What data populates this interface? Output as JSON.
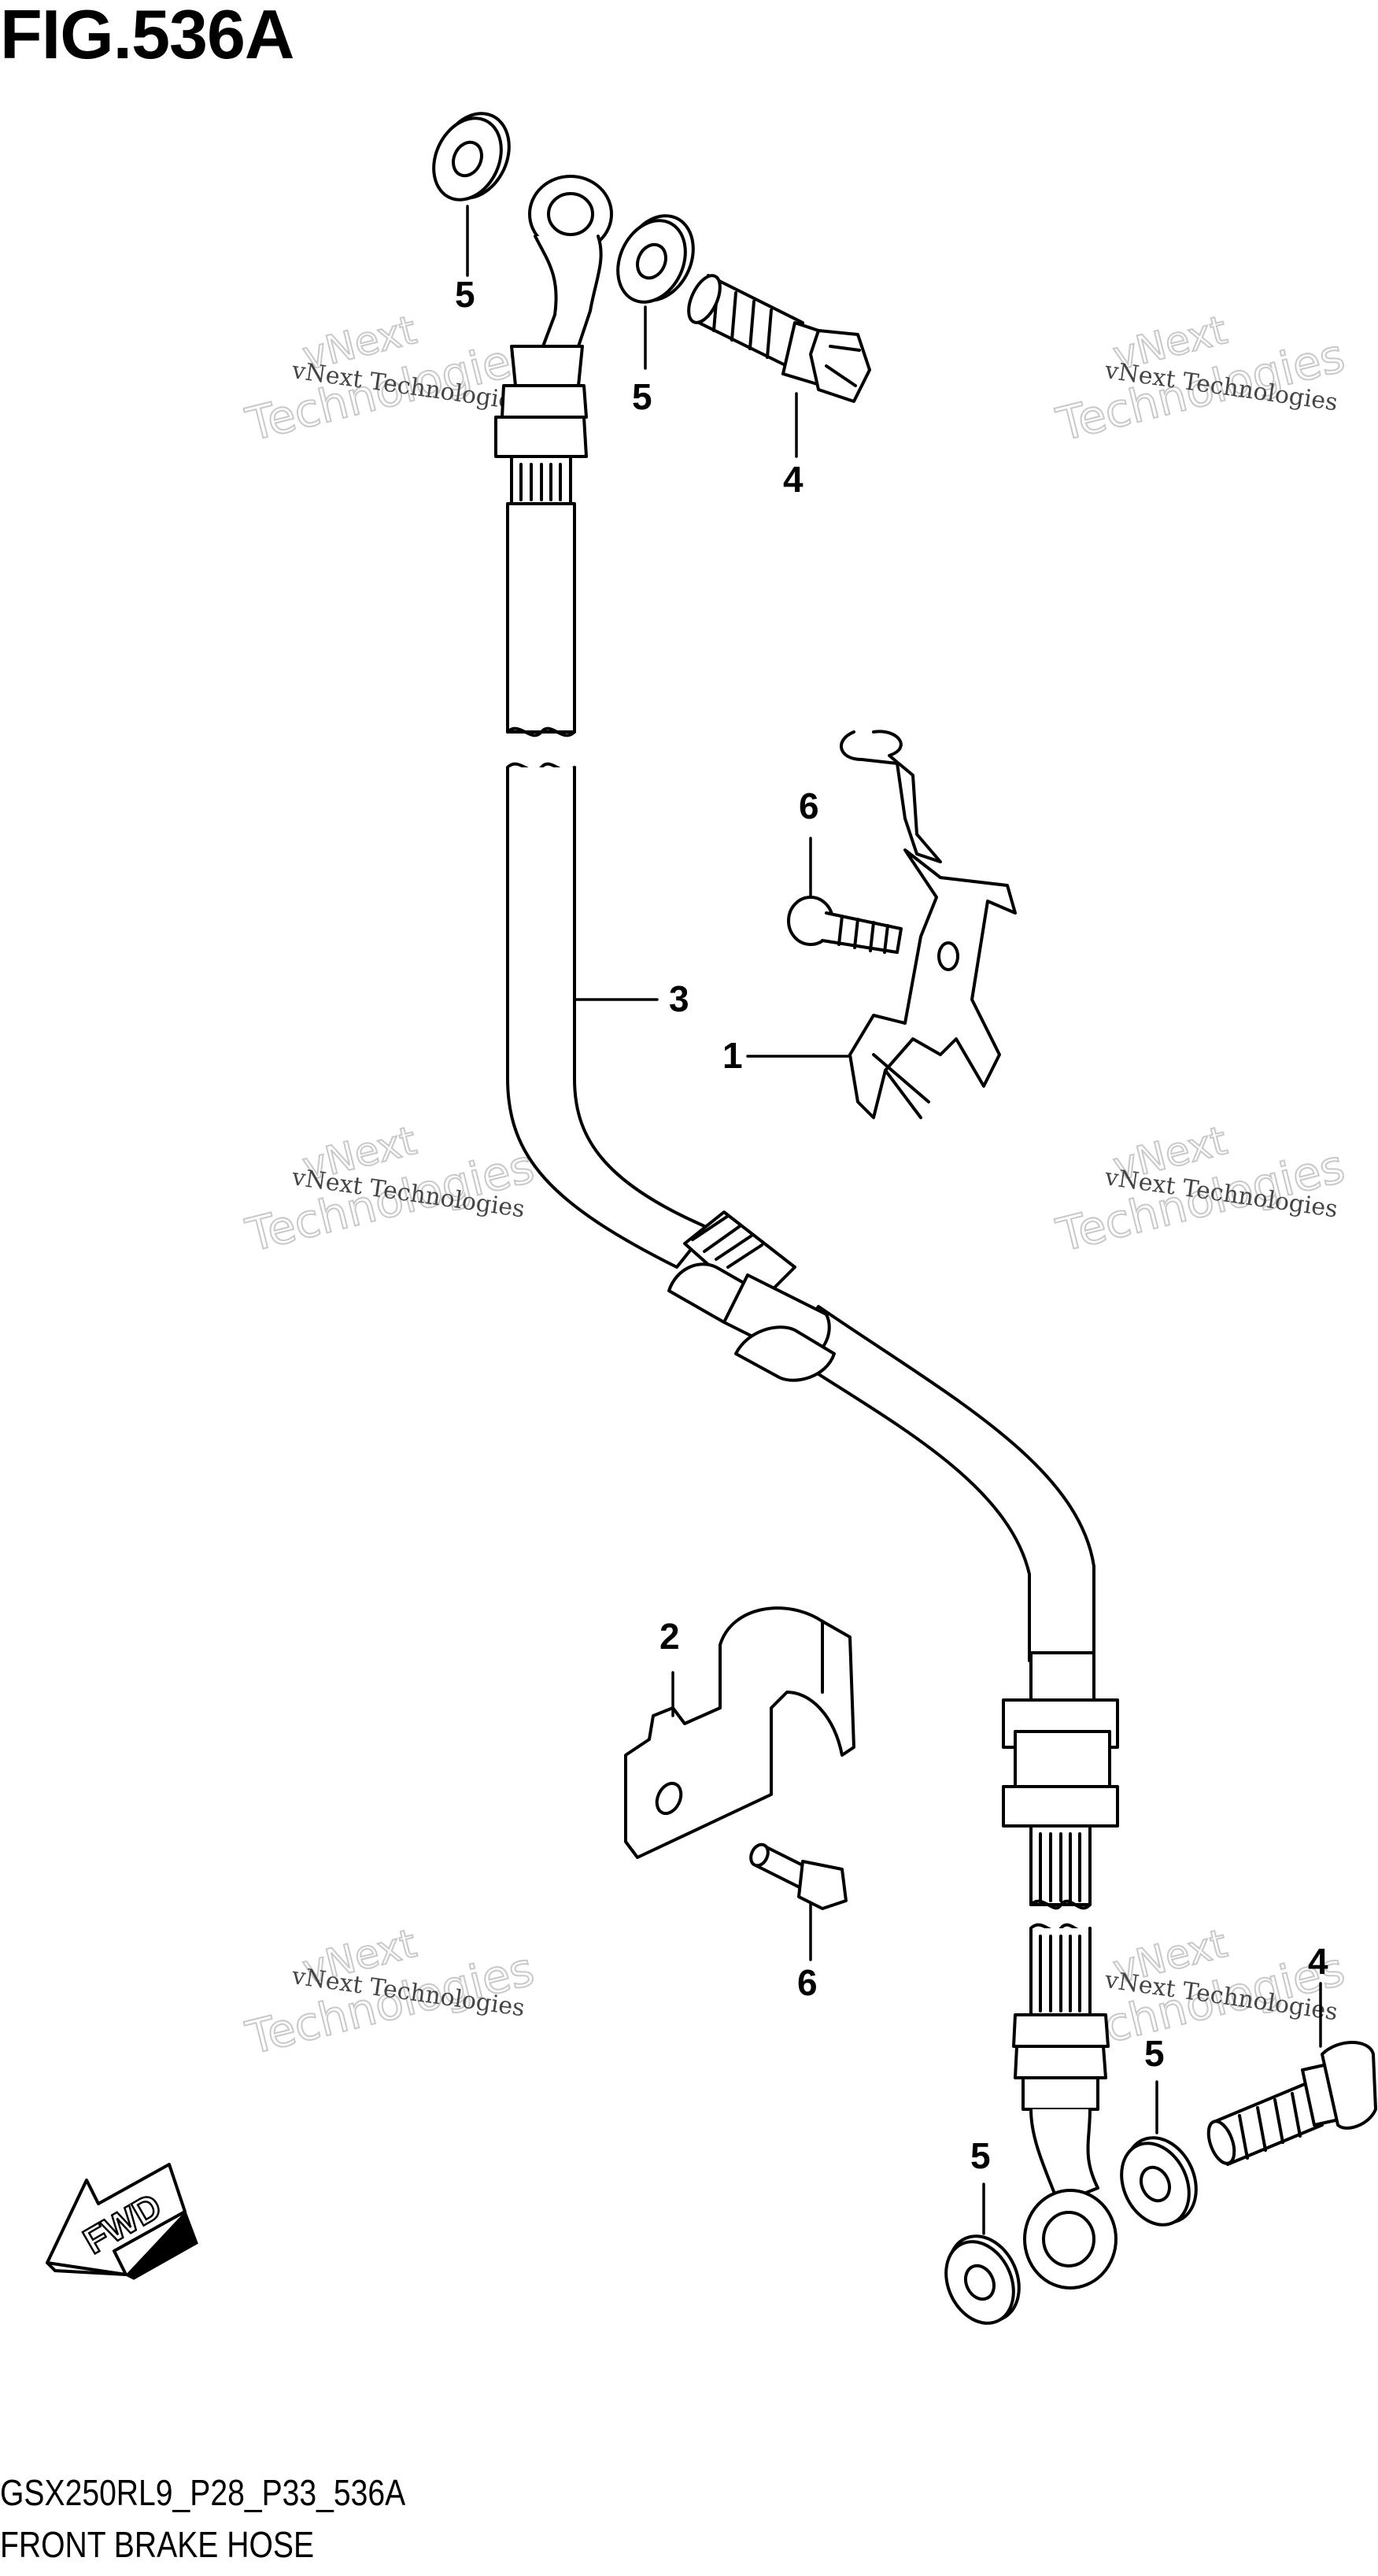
{
  "figure": {
    "title": "FIG.536A",
    "code": "GSX250RL9_P28_P33_536A",
    "name": "FRONT BRAKE HOSE"
  },
  "callouts": {
    "part_1": "1",
    "part_2": "2",
    "part_3": "3",
    "part_4_top": "4",
    "part_4_bottom": "4",
    "part_5_top_left": "5",
    "part_5_top_right": "5",
    "part_5_bottom_left": "5",
    "part_5_bottom_right": "5",
    "part_6_top": "6",
    "part_6_bottom": "6"
  },
  "watermark": {
    "line1": "vNext Technologies",
    "line2": "Technologies",
    "line3": "vNext"
  },
  "direction_arrow": {
    "label": "FWD",
    "icon": "arrow-forward-icon"
  },
  "colors": {
    "ink": "#000000",
    "background": "#ffffff",
    "watermark": "#c9c9c9"
  }
}
